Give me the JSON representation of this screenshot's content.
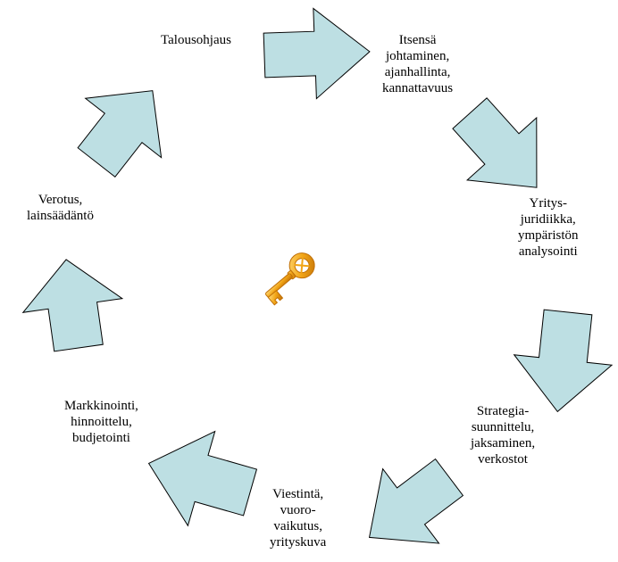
{
  "colors": {
    "arrow_fill": "#bddfe3",
    "arrow_stroke": "#000000",
    "key_gold": "#f2a516",
    "key_dark": "#c06f06",
    "key_light": "#ffdb7a"
  },
  "center_icon": "golden-key-icon",
  "labels": [
    {
      "id": "talousohjaus",
      "lines": [
        "Talousohjaus"
      ]
    },
    {
      "id": "itsensa-johtaminen",
      "lines": [
        "Itsensä",
        "johtaminen,",
        "ajanhallinta,",
        "kannattavuus"
      ]
    },
    {
      "id": "yritysjuridiikka",
      "lines": [
        "Yritys-",
        "juridiikka,",
        "ympäristön",
        "analysointi"
      ]
    },
    {
      "id": "strategiasuunnittelu",
      "lines": [
        "Strategia-",
        "suunnittelu,",
        "jaksaminen,",
        "verkostot"
      ]
    },
    {
      "id": "viestinta",
      "lines": [
        "Viestintä,",
        "vuoro-",
        "vaikutus,",
        "yrityskuva"
      ]
    },
    {
      "id": "markkinointi",
      "lines": [
        "Markkinointi,",
        "hinnoittelu,",
        "budjetointi"
      ]
    },
    {
      "id": "verotus",
      "lines": [
        "Verotus,",
        "lainsäädäntö"
      ]
    }
  ]
}
